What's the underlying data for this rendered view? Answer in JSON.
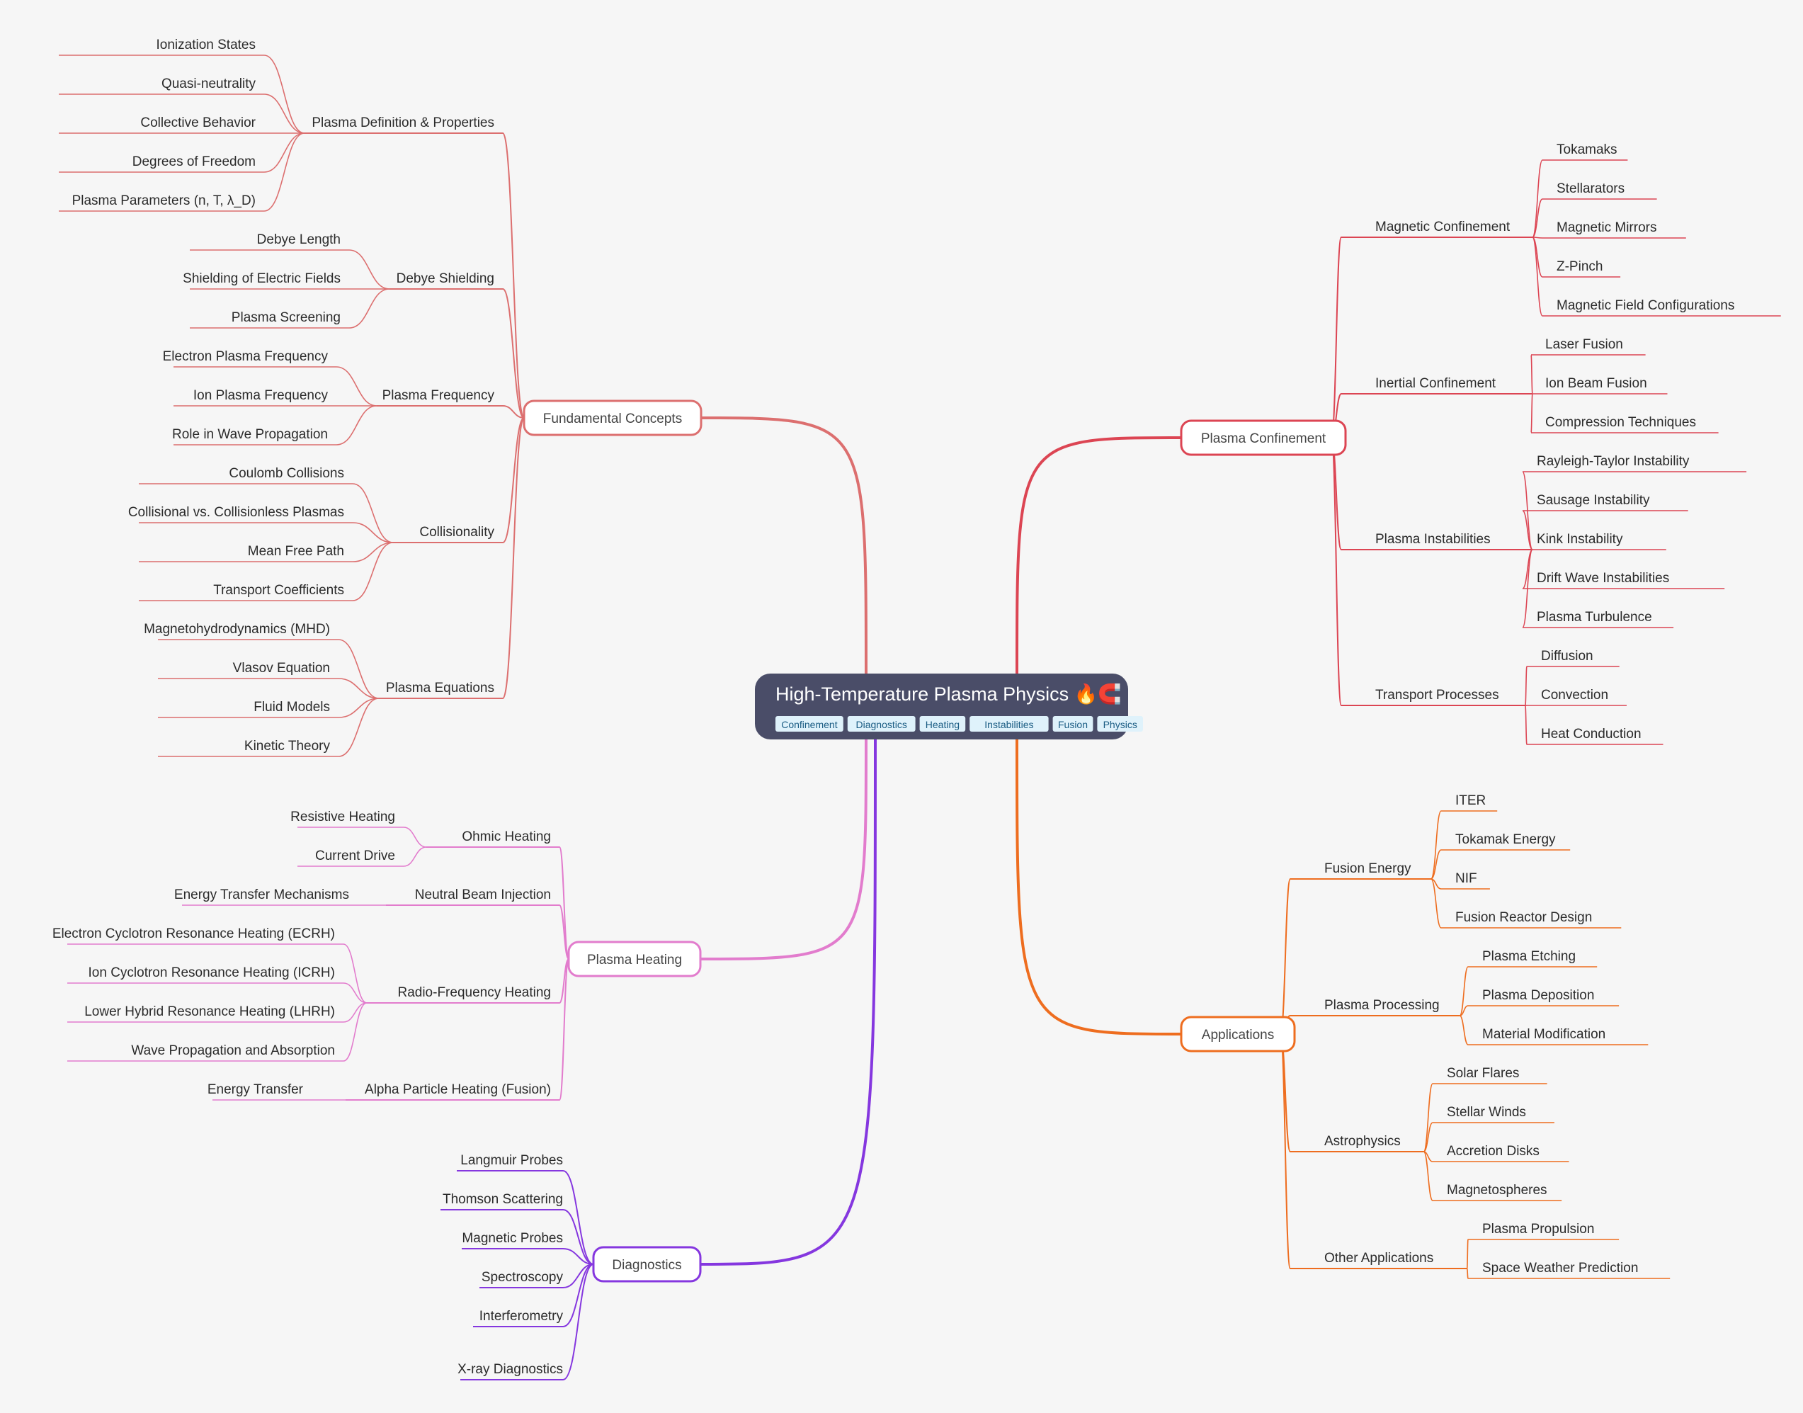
{
  "root": {
    "title": "High-Temperature Plasma Physics 🔥🧲",
    "tags": [
      "Confinement",
      "Diagnostics",
      "Heating",
      "Instabilities",
      "Fusion",
      "Physics"
    ],
    "bg_color": "#4a4d68",
    "tag_bg": "#dff2fb",
    "tag_text_color": "#1b5d84"
  },
  "branches": [
    {
      "label": "Fundamental Concepts",
      "side": "left",
      "color": "#dc6f6f",
      "children": [
        {
          "label": "Plasma Definition & Properties",
          "children": [
            "Ionization States",
            "Quasi-neutrality",
            "Collective Behavior",
            "Degrees of Freedom",
            "Plasma Parameters (n, T, λ_D)"
          ]
        },
        {
          "label": "Debye Shielding",
          "children": [
            "Debye Length",
            "Shielding of Electric Fields",
            "Plasma Screening"
          ]
        },
        {
          "label": "Plasma Frequency",
          "children": [
            "Electron Plasma Frequency",
            "Ion Plasma Frequency",
            "Role in Wave Propagation"
          ]
        },
        {
          "label": "Collisionality",
          "children": [
            "Coulomb Collisions",
            "Collisional vs. Collisionless Plasmas",
            "Mean Free Path",
            "Transport Coefficients"
          ]
        },
        {
          "label": "Plasma Equations",
          "children": [
            "Magnetohydrodynamics (MHD)",
            "Vlasov Equation",
            "Fluid Models",
            "Kinetic Theory"
          ]
        }
      ]
    },
    {
      "label": "Plasma Heating",
      "side": "left",
      "color": "#e27ccd",
      "children": [
        {
          "label": "Ohmic Heating",
          "children": [
            "Resistive Heating",
            "Current Drive"
          ]
        },
        {
          "label": "Neutral Beam Injection",
          "children": [
            "Energy Transfer Mechanisms"
          ]
        },
        {
          "label": "Radio-Frequency Heating",
          "children": [
            "Electron Cyclotron Resonance Heating (ECRH)",
            "Ion Cyclotron Resonance Heating (ICRH)",
            "Lower Hybrid Resonance Heating (LHRH)",
            "Wave Propagation and Absorption"
          ]
        },
        {
          "label": "Alpha Particle Heating (Fusion)",
          "children": [
            "Energy Transfer"
          ]
        }
      ]
    },
    {
      "label": "Diagnostics",
      "side": "left",
      "color": "#8537df",
      "children": [
        {
          "label": "Langmuir Probes",
          "children": []
        },
        {
          "label": "Thomson Scattering",
          "children": []
        },
        {
          "label": "Magnetic Probes",
          "children": []
        },
        {
          "label": "Spectroscopy",
          "children": []
        },
        {
          "label": "Interferometry",
          "children": []
        },
        {
          "label": "X-ray Diagnostics",
          "children": []
        }
      ]
    },
    {
      "label": "Plasma Confinement",
      "side": "right",
      "color": "#dc4553",
      "children": [
        {
          "label": "Magnetic Confinement",
          "children": [
            "Tokamaks",
            "Stellarators",
            "Magnetic Mirrors",
            "Z-Pinch",
            "Magnetic Field Configurations"
          ]
        },
        {
          "label": "Inertial Confinement",
          "children": [
            "Laser Fusion",
            "Ion Beam Fusion",
            "Compression Techniques"
          ]
        },
        {
          "label": "Plasma Instabilities",
          "children": [
            "Rayleigh-Taylor Instability",
            "Sausage Instability",
            "Kink Instability",
            "Drift Wave Instabilities",
            "Plasma Turbulence"
          ]
        },
        {
          "label": "Transport Processes",
          "children": [
            "Diffusion",
            "Convection",
            "Heat Conduction"
          ]
        }
      ]
    },
    {
      "label": "Applications",
      "side": "right",
      "color": "#ee6d1f",
      "children": [
        {
          "label": "Fusion Energy",
          "children": [
            "ITER",
            "Tokamak Energy",
            "NIF",
            "Fusion Reactor Design"
          ]
        },
        {
          "label": "Plasma Processing",
          "children": [
            "Plasma Etching",
            "Plasma Deposition",
            "Material Modification"
          ]
        },
        {
          "label": "Astrophysics",
          "children": [
            "Solar Flares",
            "Stellar Winds",
            "Accretion Disks",
            "Magnetospheres"
          ]
        },
        {
          "label": "Other Applications",
          "children": [
            "Plasma Propulsion",
            "Space Weather Prediction"
          ]
        }
      ]
    }
  ]
}
